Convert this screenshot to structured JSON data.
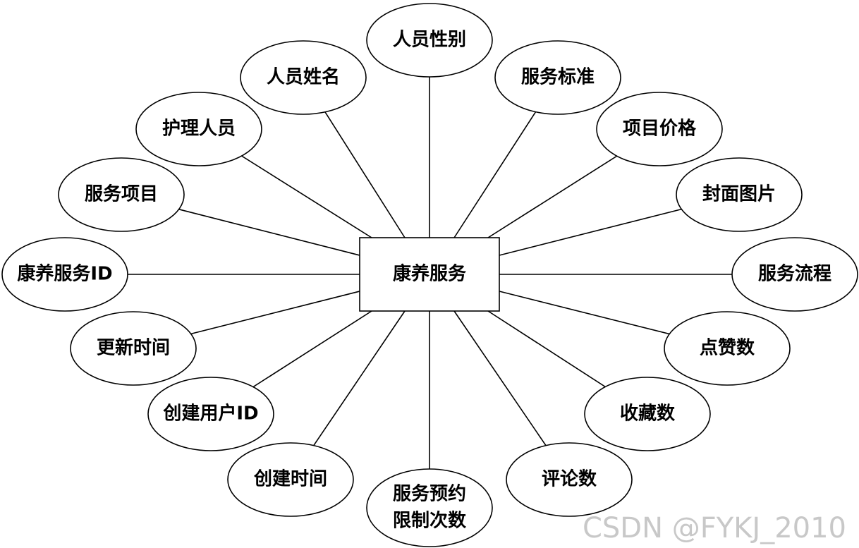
{
  "entity": {
    "label": "康养服务"
  },
  "attributes": [
    {
      "id": "gender",
      "label": "人员性别"
    },
    {
      "id": "standard",
      "label": "服务标准"
    },
    {
      "id": "price",
      "label": "项目价格"
    },
    {
      "id": "cover",
      "label": "封面图片"
    },
    {
      "id": "process",
      "label": "服务流程"
    },
    {
      "id": "likes",
      "label": "点赞数"
    },
    {
      "id": "favorites",
      "label": "收藏数"
    },
    {
      "id": "comments",
      "label": "评论数"
    },
    {
      "id": "limit",
      "label": "服务预约\n限制次数"
    },
    {
      "id": "create-time",
      "label": "创建时间"
    },
    {
      "id": "creator-id",
      "label": "创建用户ID"
    },
    {
      "id": "update-time",
      "label": "更新时间"
    },
    {
      "id": "service-id",
      "label": "康养服务ID"
    },
    {
      "id": "item",
      "label": "服务项目"
    },
    {
      "id": "nurse",
      "label": "护理人员"
    },
    {
      "id": "name",
      "label": "人员姓名"
    }
  ],
  "watermark": "CSDN @FYKJ_2010"
}
